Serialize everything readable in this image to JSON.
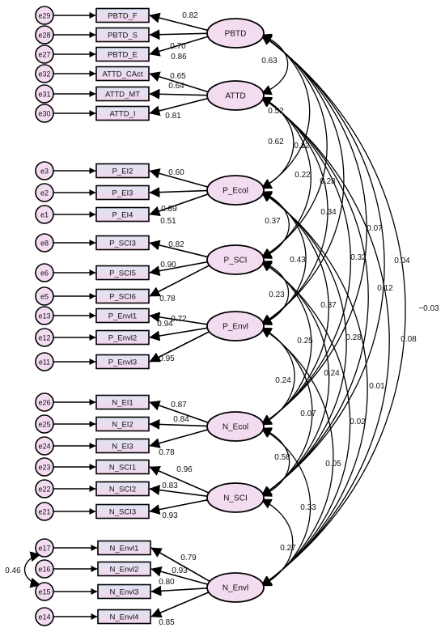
{
  "colors": {
    "latent_fill": "#f3dcf0",
    "observed_fill_top": "#dde5f2",
    "observed_fill_bottom": "#f4d6ee",
    "error_fill": "#f3dcf0",
    "stroke": "#000000"
  },
  "latents": [
    {
      "id": "PBTD",
      "label": "PBTD"
    },
    {
      "id": "ATTD",
      "label": "ATTD"
    },
    {
      "id": "P_Ecol",
      "label": "P_Ecol"
    },
    {
      "id": "P_SCI",
      "label": "P_SCI"
    },
    {
      "id": "P_Envl",
      "label": "P_Envl"
    },
    {
      "id": "N_Ecol",
      "label": "N_Ecol"
    },
    {
      "id": "N_SCI",
      "label": "N_SCI"
    },
    {
      "id": "N_Envl",
      "label": "N_Envl"
    }
  ],
  "indicators": [
    {
      "label": "PBTD_F",
      "error": "e29",
      "loading": "0.82",
      "factor": "PBTD"
    },
    {
      "label": "PBTD_S",
      "error": "e28",
      "loading": "0.70",
      "factor": "PBTD"
    },
    {
      "label": "PBTD_E",
      "error": "e27",
      "loading": "0.86",
      "factor": "PBTD"
    },
    {
      "label": "ATTD_CAct",
      "error": "e32",
      "loading": "0.65",
      "factor": "ATTD"
    },
    {
      "label": "ATTD_MT",
      "error": "e31",
      "loading": "0.64",
      "factor": "ATTD"
    },
    {
      "label": "ATTD_I",
      "error": "e30",
      "loading": "0.81",
      "factor": "ATTD"
    },
    {
      "label": "P_EI2",
      "error": "e3",
      "loading": "0.60",
      "factor": "P_Ecol"
    },
    {
      "label": "P_EI3",
      "error": "e2",
      "loading": "0.89",
      "factor": "P_Ecol"
    },
    {
      "label": "P_EI4",
      "error": "e1",
      "loading": "0.51",
      "factor": "P_Ecol"
    },
    {
      "label": "P_SCI3",
      "error": "e8",
      "loading": "0.82",
      "factor": "P_SCI"
    },
    {
      "label": "P_SCI5",
      "error": "e6",
      "loading": "0.90",
      "factor": "P_SCI"
    },
    {
      "label": "P_SCI6",
      "error": "e5",
      "loading": "0.78",
      "factor": "P_SCI"
    },
    {
      "label": "P_Envl1",
      "error": "e13",
      "loading": "0.72",
      "factor": "P_Envl"
    },
    {
      "label": "P_Envl2",
      "error": "e12",
      "loading": "0.94",
      "factor": "P_Envl"
    },
    {
      "label": "P_Envl3",
      "error": "e11",
      "loading": "0.95",
      "factor": "P_Envl"
    },
    {
      "label": "N_EI1",
      "error": "e26",
      "loading": "0.87",
      "factor": "N_Ecol"
    },
    {
      "label": "N_EI2",
      "error": "e25",
      "loading": "0.84",
      "factor": "N_Ecol"
    },
    {
      "label": "N_EI3",
      "error": "e24",
      "loading": "0.78",
      "factor": "N_Ecol"
    },
    {
      "label": "N_SCI1",
      "error": "e23",
      "loading": "0.96",
      "factor": "N_SCI"
    },
    {
      "label": "N_SCI2",
      "error": "e22",
      "loading": "0.83",
      "factor": "N_SCI"
    },
    {
      "label": "N_SCI3",
      "error": "e21",
      "loading": "0.93",
      "factor": "N_SCI"
    },
    {
      "label": "N_Envl1",
      "error": "e17",
      "loading": "0.79",
      "factor": "N_Envl"
    },
    {
      "label": "N_Envl2",
      "error": "e16",
      "loading": "0.93",
      "factor": "N_Envl"
    },
    {
      "label": "N_Envl3",
      "error": "e15",
      "loading": "0.80",
      "factor": "N_Envl"
    },
    {
      "label": "N_Envl4",
      "error": "e14",
      "loading": "0.85",
      "factor": "N_Envl"
    }
  ],
  "correlations": [
    {
      "from": "PBTD",
      "to": "ATTD",
      "value": "0.63"
    },
    {
      "from": "PBTD",
      "to": "P_Ecol",
      "value": "0.52"
    },
    {
      "from": "PBTD",
      "to": "P_SCI",
      "value": "0.12"
    },
    {
      "from": "PBTD",
      "to": "P_Envl",
      "value": "0.28"
    },
    {
      "from": "PBTD",
      "to": "N_Ecol",
      "value": "0.07"
    },
    {
      "from": "PBTD",
      "to": "N_SCI",
      "value": "0.04"
    },
    {
      "from": "PBTD",
      "to": "N_Envl",
      "value": "−0.03"
    },
    {
      "from": "ATTD",
      "to": "P_Ecol",
      "value": "0.62"
    },
    {
      "from": "ATTD",
      "to": "P_SCI",
      "value": "0.22"
    },
    {
      "from": "ATTD",
      "to": "P_Envl",
      "value": "0.34"
    },
    {
      "from": "ATTD",
      "to": "N_Ecol",
      "value": "0.32"
    },
    {
      "from": "ATTD",
      "to": "N_SCI",
      "value": "0.12"
    },
    {
      "from": "ATTD",
      "to": "N_Envl",
      "value": "0.08"
    },
    {
      "from": "P_Ecol",
      "to": "P_SCI",
      "value": "0.37"
    },
    {
      "from": "P_Ecol",
      "to": "P_Envl",
      "value": "0.43"
    },
    {
      "from": "P_Ecol",
      "to": "N_Ecol",
      "value": "0.37"
    },
    {
      "from": "P_Ecol",
      "to": "N_SCI",
      "value": "0.28"
    },
    {
      "from": "P_Ecol",
      "to": "N_Envl",
      "value": "0.01"
    },
    {
      "from": "P_SCI",
      "to": "P_Envl",
      "value": "0.23"
    },
    {
      "from": "P_SCI",
      "to": "N_Ecol",
      "value": "0.25"
    },
    {
      "from": "P_SCI",
      "to": "N_SCI",
      "value": "0.24"
    },
    {
      "from": "P_SCI",
      "to": "N_Envl",
      "value": "0.02"
    },
    {
      "from": "P_Envl",
      "to": "N_Ecol",
      "value": "0.24"
    },
    {
      "from": "P_Envl",
      "to": "N_SCI",
      "value": "0.07"
    },
    {
      "from": "P_Envl",
      "to": "N_Envl",
      "value": "0.05"
    },
    {
      "from": "N_Ecol",
      "to": "N_SCI",
      "value": "0.58"
    },
    {
      "from": "N_Ecol",
      "to": "N_Envl",
      "value": "0.33"
    },
    {
      "from": "N_SCI",
      "to": "N_Envl",
      "value": "0.27"
    }
  ],
  "error_correlations": [
    {
      "from": "e17",
      "to": "e15",
      "value": "0.46"
    }
  ]
}
